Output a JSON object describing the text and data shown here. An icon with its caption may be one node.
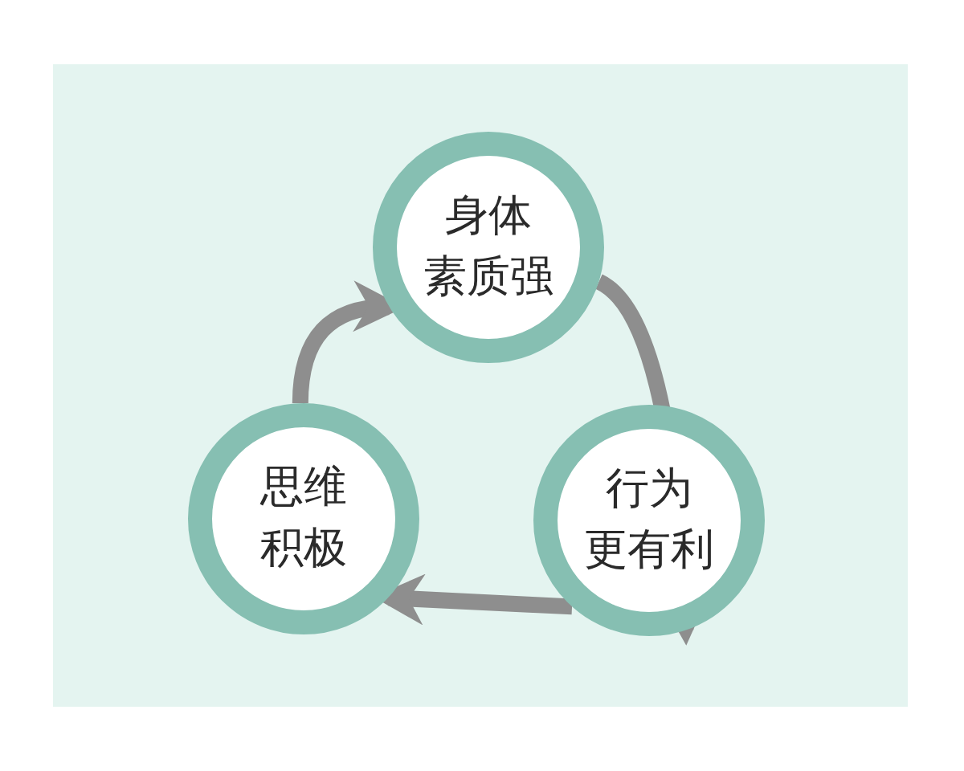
{
  "diagram": {
    "nodes": [
      {
        "text": [
          "身体素质强"
        ]
      },
      {
        "text": [
          "思维积极"
        ]
      },
      {
        "text": [
          "行为更有利"
        ]
      }
    ],
    "edges": [
      {
        "from": 0,
        "to": 2,
        "arrow": "to"
      },
      {
        "from": 2,
        "to": 1,
        "arrow": "to"
      },
      {
        "from": 1,
        "to": 0,
        "arrow": "to"
      }
    ]
  }
}
